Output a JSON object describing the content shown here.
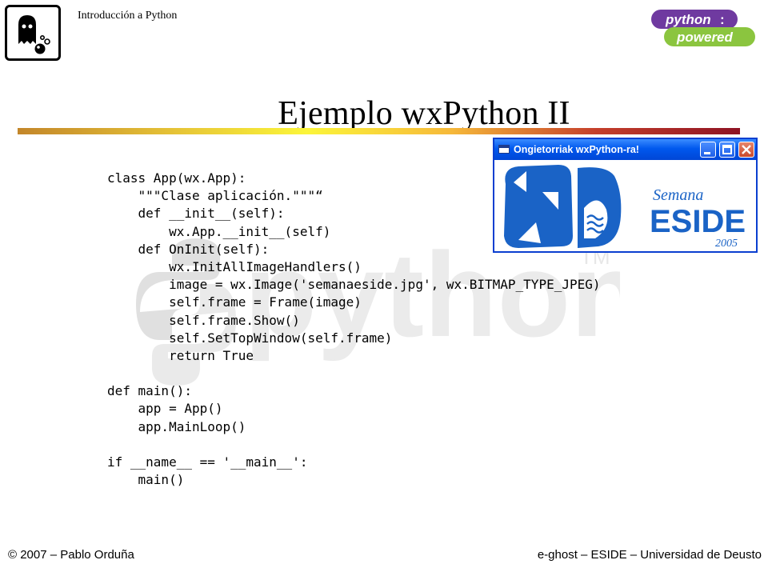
{
  "header": {
    "course": "Introducción a Python",
    "logo_text_top": "python",
    "logo_text_bottom": "powered",
    "logo_colon": ":"
  },
  "slide": {
    "title": "Ejemplo wxPython II"
  },
  "code_lines": [
    "class App(wx.App):",
    "    \"\"\"Clase aplicación.\"\"\"“",
    "    def __init__(self):",
    "        wx.App.__init__(self)",
    "    def OnInit(self):",
    "        wx.InitAllImageHandlers()",
    "        image = wx.Image('semanaeside.jpg', wx.BITMAP_TYPE_JPEG)",
    "        self.frame = Frame(image)",
    "        self.frame.Show()",
    "        self.SetTopWindow(self.frame)",
    "        return True",
    "",
    "def main():",
    "    app = App()",
    "    app.MainLoop()",
    "",
    "if __name__ == '__main__':",
    "    main()"
  ],
  "window": {
    "title": "Ongietorriak wxPython-ra!",
    "image_text_semana": "Semana",
    "image_text_eside": "ESIDE",
    "image_text_year": "2005"
  },
  "watermark": {
    "text": "python",
    "tm": "TM"
  },
  "footer": {
    "left": "© 2007 – Pablo Orduña",
    "right": "e-ghost – ESIDE – Universidad de Deusto"
  },
  "colors": {
    "window_titlebar": "#0058ee",
    "eside_blue": "#1a63c6",
    "pp_purple": "#6f3aa0",
    "pp_green": "#8bc53f"
  }
}
